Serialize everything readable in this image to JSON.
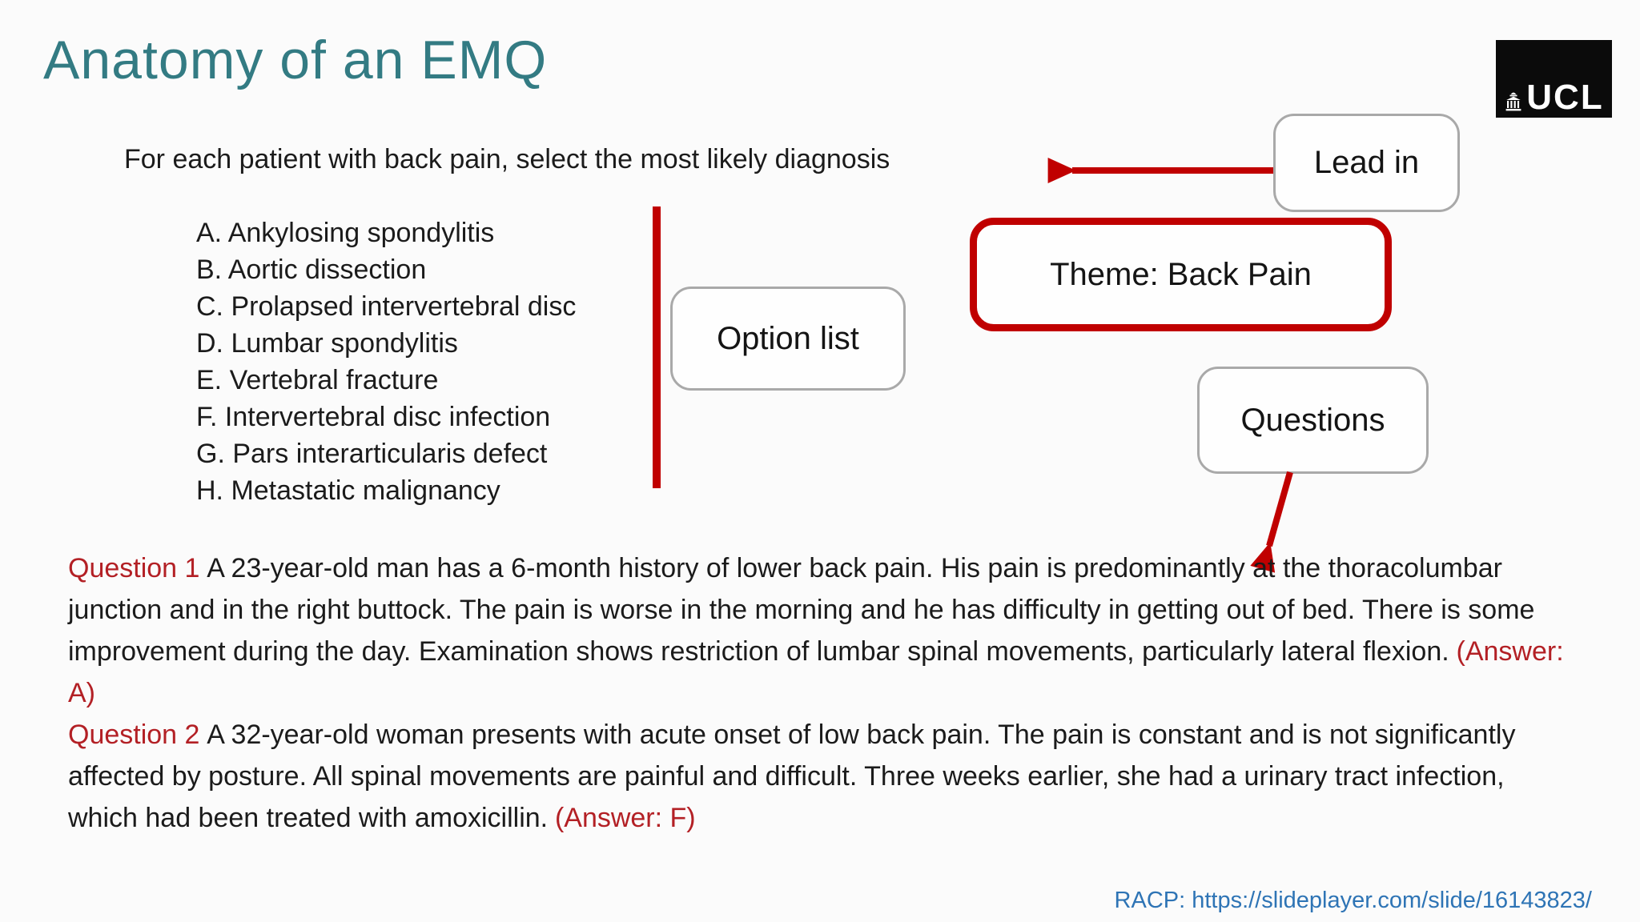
{
  "header": {
    "title": "Anatomy of an EMQ",
    "logo_text": "UCL"
  },
  "stem": {
    "lead_in": "For each patient with back pain, select the most likely diagnosis"
  },
  "option_list": {
    "items": [
      "A. Ankylosing spondylitis",
      "B. Aortic dissection",
      "C. Prolapsed intervertebral disc",
      "D. Lumbar spondylitis",
      "E. Vertebral fracture",
      "F. Intervertebral disc infection",
      "G. Pars interarticularis defect",
      "H. Metastatic malignancy"
    ]
  },
  "callouts": {
    "lead_in": "Lead in",
    "theme": "Theme: Back Pain",
    "option_list": "Option list",
    "questions": "Questions"
  },
  "questions": [
    {
      "label": "Question 1",
      "body": "A 23-year-old man has a 6-month history of lower back pain. His pain is predominantly at the thoracolumbar junction and in the right buttock. The pain is worse in the morning and he has difficulty in getting out of bed. There is some improvement during the day. Examination shows restriction of lumbar spinal movements, particularly lateral flexion.",
      "answer": "(Answer: A)"
    },
    {
      "label": "Question 2",
      "body": "A 32-year-old woman presents with acute onset of low back pain. The pain is constant and is not significantly affected by posture. All spinal movements are painful and difficult. Three weeks earlier, she had a urinary tract infection, which had been treated with amoxicillin.",
      "answer": "(Answer: F)"
    }
  ],
  "footer": {
    "attribution": "RACP: https://slideplayer.com/slide/16143823/"
  },
  "colors": {
    "accent_red": "#c00000",
    "question_red": "#b32025",
    "title_teal": "#337b83",
    "link_blue": "#2e74b5"
  }
}
